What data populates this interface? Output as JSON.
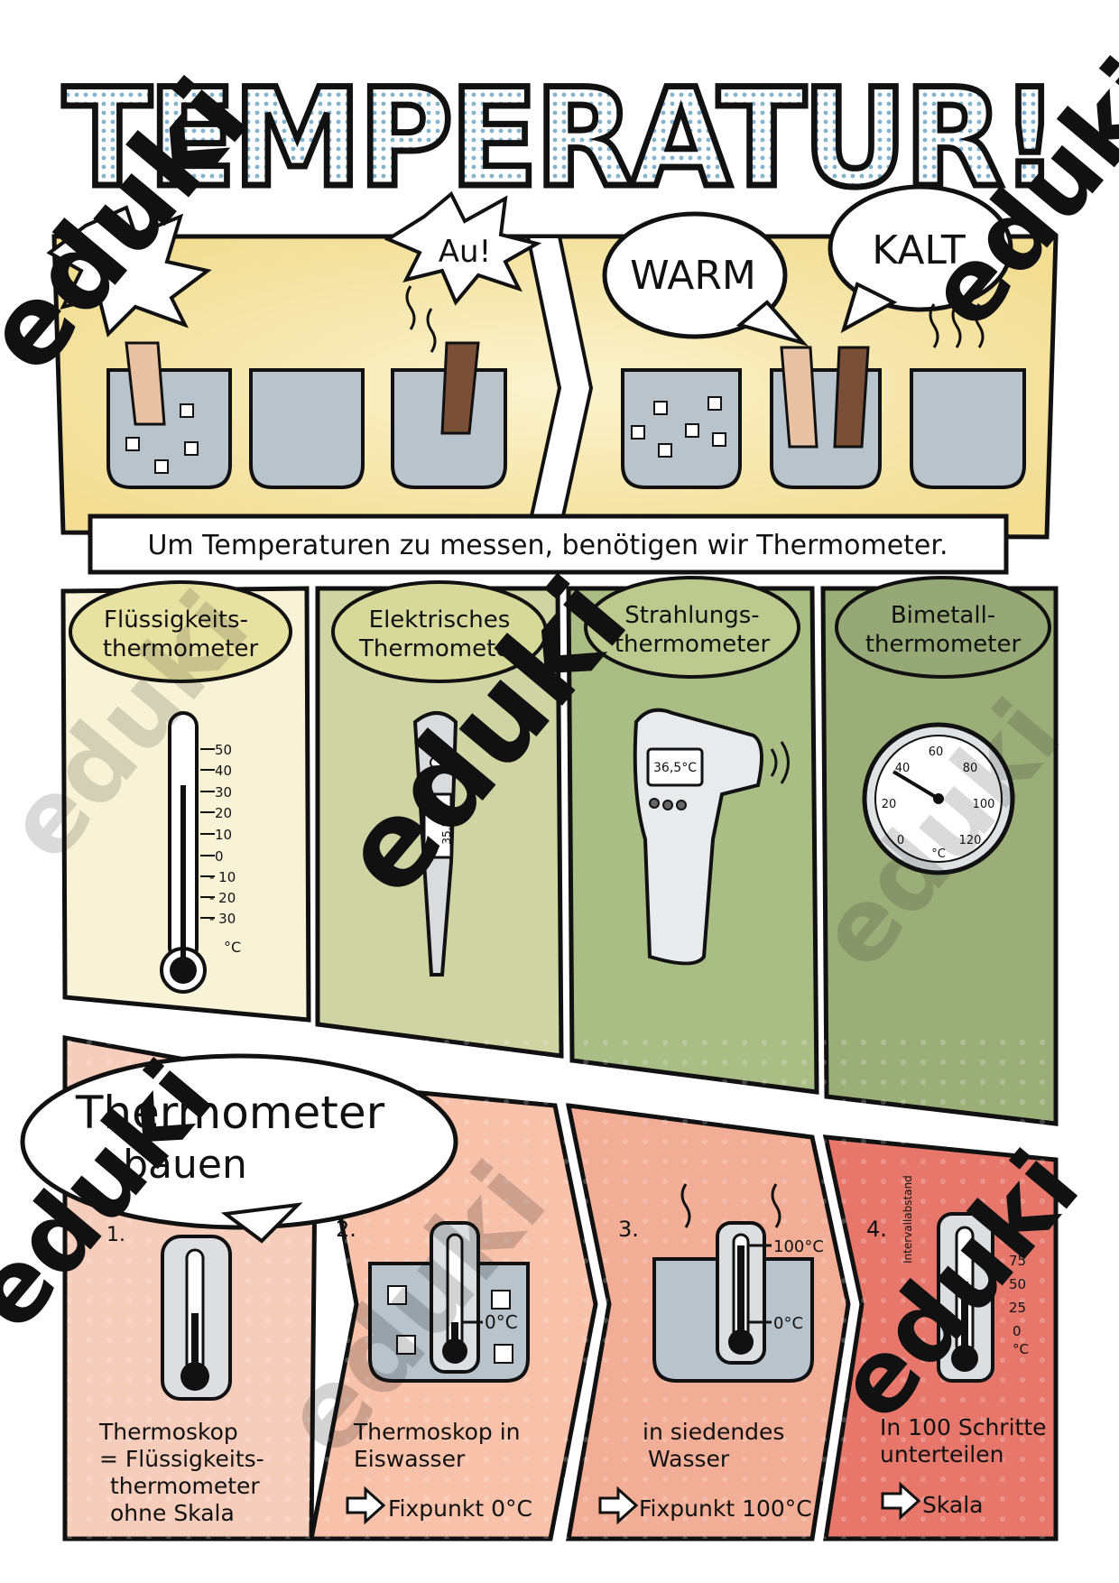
{
  "title": "TEMPERATUR!",
  "top_panel": {
    "exclaim": "Au!",
    "bubble_warm": "WARM",
    "bubble_kalt": "KALT",
    "caption": "Um Temperaturen zu messen, benötigen wir Thermometer."
  },
  "thermometer_types": [
    {
      "label_line1": "Flüssigkeits-",
      "label_line2": "thermometer"
    },
    {
      "label_line1": "Elektrisches",
      "label_line2": "Thermometer"
    },
    {
      "label_line1": "Strahlungs-",
      "label_line2": "thermometer"
    },
    {
      "label_line1": "Bimetall-",
      "label_line2": "thermometer"
    }
  ],
  "liquid_scale": {
    "ticks": [
      "50",
      "40",
      "30",
      "20",
      "10",
      "0",
      "- 10",
      "- 20",
      "- 30"
    ],
    "unit": "°C"
  },
  "electric_display": "35,5°C",
  "radiation_display": "36,5°C",
  "bimetal_dial": {
    "ticks": [
      "0",
      "20",
      "40",
      "60",
      "80",
      "100",
      "120"
    ],
    "unit": "°C"
  },
  "build_section": {
    "heading_line1": "Thermometer",
    "heading_line2": "bauen",
    "steps": [
      {
        "number": "1.",
        "text_lines": [
          "Thermoskop",
          "= Flüssigkeits-",
          "thermometer",
          "ohne Skala"
        ],
        "result": ""
      },
      {
        "number": "2.",
        "text_lines": [
          "Thermoskop in",
          "Eiswasser"
        ],
        "result": "Fixpunkt 0°C",
        "mark": "0°C"
      },
      {
        "number": "3.",
        "text_lines": [
          "in siedendes",
          "Wasser"
        ],
        "result": "Fixpunkt 100°C",
        "mark_top": "100°C",
        "mark": "0°C"
      },
      {
        "number": "4.",
        "text_lines": [
          "In 100 Schritte",
          "unterteilen"
        ],
        "result": "Skala",
        "scale_ticks": [
          "75",
          "50",
          "25",
          "0",
          "°C"
        ],
        "side_label": "Intervallabstand"
      }
    ]
  },
  "watermark": "eduki",
  "colors": {
    "title_fill": "#cfe3ef",
    "yellow_panel": "#f6e7ad",
    "cream_panel": "#f8f3d6",
    "olive_panel": "#cfd4a2",
    "green_panel": "#a9bd85",
    "dark_green_panel": "#9cae78",
    "pink_panel": "#f6cdbb",
    "salmon_panel": "#f1ad95",
    "red_panel": "#e6776a",
    "water": "#b8c3cc"
  }
}
